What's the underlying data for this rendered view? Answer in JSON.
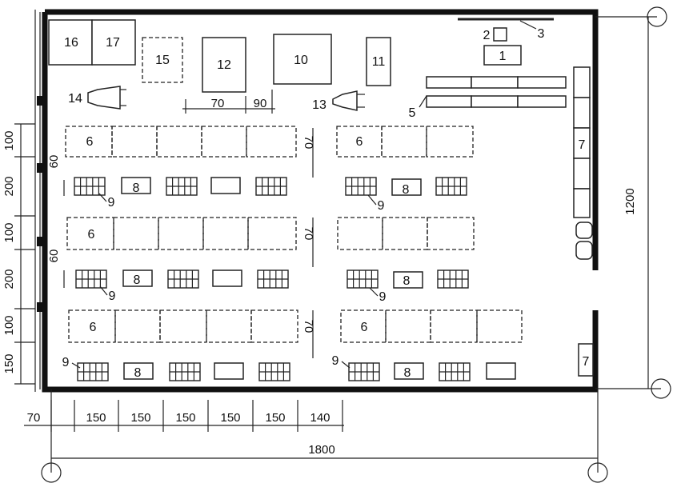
{
  "labels": {
    "l1": "1",
    "l2": "2",
    "l3": "3",
    "l5": "5",
    "l6": "6",
    "l7": "7",
    "l8": "8",
    "l9": "9",
    "l10": "10",
    "l11": "11",
    "l12": "12",
    "l13": "13",
    "l14": "14",
    "l15": "15",
    "l16": "16",
    "l17": "17"
  },
  "dims": {
    "d100": "100",
    "d200": "200",
    "d150": "150",
    "d60": "60",
    "d70": "70",
    "d90": "90",
    "d140": "140",
    "d1200": "1200",
    "d1800": "1800"
  }
}
